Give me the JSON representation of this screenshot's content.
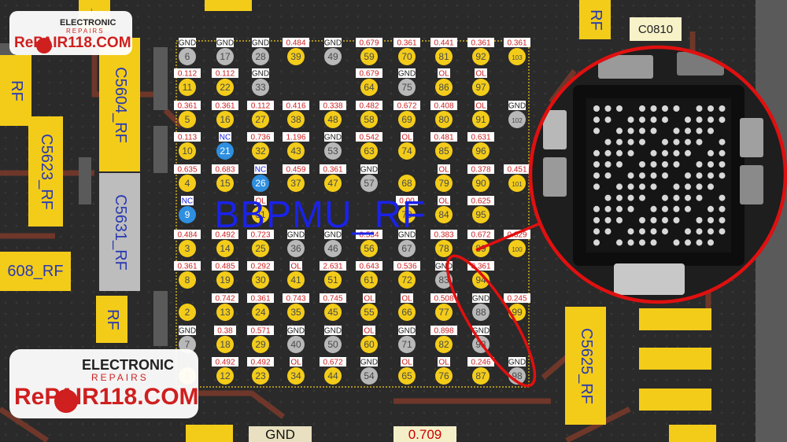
{
  "chip": {
    "title": "BBPMU_RF"
  },
  "logo": {
    "brand": "RePAIR118.COM",
    "line1": "ELECTRONIC",
    "line2": "REPAIRS"
  },
  "components": [
    {
      "id": "c5604",
      "label": "C5604_RF"
    },
    {
      "id": "c5623",
      "label": "C5623_RF"
    },
    {
      "id": "c5631",
      "label": "C5631_RF"
    },
    {
      "id": "c608",
      "label": "608_RF"
    },
    {
      "id": "c5625",
      "label": "C5625_RF"
    },
    {
      "id": "c0810",
      "label": "C0810"
    },
    {
      "id": "rf-left",
      "label": "RF"
    },
    {
      "id": "rf-left2",
      "label": "RF"
    },
    {
      "id": "rf-top",
      "label": "RF"
    },
    {
      "id": "rf-topright",
      "label": "_RF"
    }
  ],
  "bottom": {
    "gnd": "GND",
    "value": "0.709"
  },
  "colors": {
    "board": "#2a2a2a",
    "pad": "#f3cc1a",
    "label": "#2a3ab0",
    "value": "#cf1f1f",
    "highlight": "#e01010"
  },
  "pins": [
    {
      "n": "6",
      "v": "GND"
    },
    {
      "n": "17",
      "v": "GND"
    },
    {
      "n": "28",
      "v": "GND"
    },
    {
      "n": "39",
      "v": "0.484"
    },
    {
      "n": "49",
      "v": "GND"
    },
    {
      "n": "59",
      "v": "0.679"
    },
    {
      "n": "70",
      "v": "0.361"
    },
    {
      "n": "81",
      "v": "0.441"
    },
    {
      "n": "92",
      "v": "0.361"
    },
    {
      "n": "103",
      "v": "0.361"
    },
    {
      "n": "11",
      "v": "0.112"
    },
    {
      "n": "22",
      "v": "0.112"
    },
    {
      "n": "33",
      "v": "GND"
    },
    {
      "n": "44",
      "v": "0.672"
    },
    {
      "n": "54",
      "v": "GND"
    },
    {
      "n": "64",
      "v": "0.679"
    },
    {
      "n": "75",
      "v": "GND"
    },
    {
      "n": "86",
      "v": "OL"
    },
    {
      "n": "97",
      "v": "OL"
    },
    {
      "n": "5",
      "v": "0.361"
    },
    {
      "n": "16",
      "v": "0.361"
    },
    {
      "n": "27",
      "v": "0.112"
    },
    {
      "n": "38",
      "v": "0.416"
    },
    {
      "n": "48",
      "v": "0.338"
    },
    {
      "n": "69",
      "v": "0.672"
    },
    {
      "n": "80",
      "v": "0.408"
    },
    {
      "n": "91",
      "v": "OL"
    },
    {
      "n": "102",
      "v": "GND"
    },
    {
      "n": "10",
      "v": "0.113"
    },
    {
      "n": "21",
      "v": "NC"
    },
    {
      "n": "32",
      "v": "0.736"
    },
    {
      "n": "43",
      "v": "1.196"
    },
    {
      "n": "53",
      "v": "GND"
    },
    {
      "n": "63",
      "v": "0.542"
    },
    {
      "n": "74",
      "v": "OL"
    },
    {
      "n": "85",
      "v": "0.481"
    },
    {
      "n": "96",
      "v": "0.631"
    },
    {
      "n": "4",
      "v": "0.635"
    },
    {
      "n": "15",
      "v": "0.683"
    },
    {
      "n": "26",
      "v": "NC"
    },
    {
      "n": "37",
      "v": "0.459"
    },
    {
      "n": "47",
      "v": "0.361"
    },
    {
      "n": "58",
      "v": "0.482"
    },
    {
      "n": "68",
      "v": ""
    },
    {
      "n": "79",
      "v": "OL"
    },
    {
      "n": "90",
      "v": "0.378"
    },
    {
      "n": "101",
      "v": "0.451"
    },
    {
      "n": "9",
      "v": "NC"
    },
    {
      "n": "31",
      "v": "OL"
    },
    {
      "n": "73",
      "v": "0.00"
    },
    {
      "n": "84",
      "v": "OL"
    },
    {
      "n": "95",
      "v": "0.625"
    },
    {
      "n": "3",
      "v": "0.484"
    },
    {
      "n": "14",
      "v": "0.492"
    },
    {
      "n": "25",
      "v": "0.723"
    },
    {
      "n": "36",
      "v": "GND"
    },
    {
      "n": "46",
      "v": "GND"
    },
    {
      "n": "57",
      "v": "GND"
    },
    {
      "n": "67",
      "v": "GND"
    },
    {
      "n": "78",
      "v": "0.383"
    },
    {
      "n": "89",
      "v": "0.672"
    },
    {
      "n": "100",
      "v": "0.329"
    },
    {
      "n": "8",
      "v": "0.361"
    },
    {
      "n": "19",
      "v": "0.485"
    },
    {
      "n": "30",
      "v": "0.292"
    },
    {
      "n": "41",
      "v": "OL"
    },
    {
      "n": "51",
      "v": "2.631"
    },
    {
      "n": "61",
      "v": "0.643"
    },
    {
      "n": "72",
      "v": "0.536"
    },
    {
      "n": "83",
      "v": "GND"
    },
    {
      "n": "94",
      "v": "0.361"
    },
    {
      "n": "2",
      "v": ""
    },
    {
      "n": "13",
      "v": "0.742"
    },
    {
      "n": "24",
      "v": "0.361"
    },
    {
      "n": "35",
      "v": "0.743"
    },
    {
      "n": "45",
      "v": "0.745"
    },
    {
      "n": "56",
      "v": "0.534"
    },
    {
      "n": "66",
      "v": "OL"
    },
    {
      "n": "77",
      "v": "0.508"
    },
    {
      "n": "88",
      "v": "GND"
    },
    {
      "n": "99",
      "v": "0.245"
    },
    {
      "n": "7",
      "v": "GND"
    },
    {
      "n": "18",
      "v": "0.38"
    },
    {
      "n": "29",
      "v": "0.571"
    },
    {
      "n": "40",
      "v": "GND"
    },
    {
      "n": "50",
      "v": "GND"
    },
    {
      "n": "60",
      "v": "OL"
    },
    {
      "n": "71",
      "v": "GND"
    },
    {
      "n": "82",
      "v": "0.898"
    },
    {
      "n": "93",
      "v": "GND"
    },
    {
      "n": "1",
      "v": ""
    },
    {
      "n": "12",
      "v": "0.492"
    },
    {
      "n": "23",
      "v": "0.492"
    },
    {
      "n": "34",
      "v": "OL"
    },
    {
      "n": "55",
      "v": "OL"
    },
    {
      "n": "65",
      "v": "OL"
    },
    {
      "n": "76",
      "v": "OL"
    },
    {
      "n": "87",
      "v": "0.246"
    },
    {
      "n": "98",
      "v": "GND"
    }
  ]
}
